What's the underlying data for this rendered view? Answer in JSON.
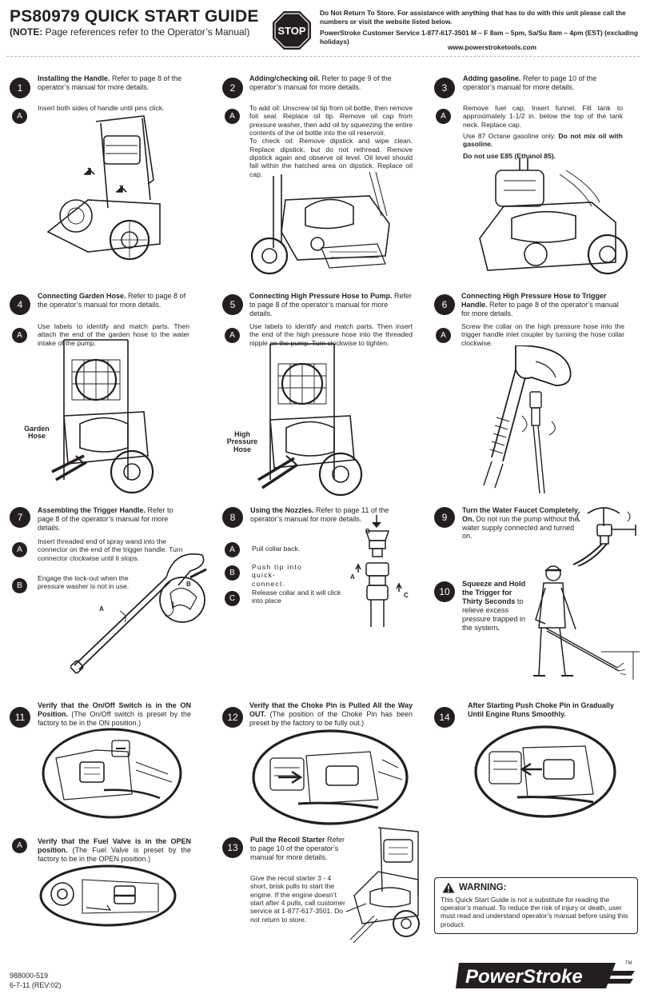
{
  "header": {
    "title": "PS80979 QUICK START GUIDE",
    "note_prefix": "(NOTE:",
    "note_text": " Page references refer to the Operator’s Manual)",
    "stop_sign": "STOP",
    "contact_line1": "Do Not Return To Store. For assistance with anything that has to do with this unit please call the numbers or visit the website listed below.",
    "contact_line2": "PowerStroke Customer Service 1-877-617-3501 M – F 8am – 5pm, Sa/Su 8am – 4pm (EST) (excluding holidays)",
    "website": "www.powerstroketools.com"
  },
  "steps": {
    "s1": {
      "num": "1",
      "title": "Installing the Handle.",
      "rest": " Refer to page 8 of the operator’s manual for more details.",
      "sub": "A",
      "text": "Insert both sides of handle until pins click."
    },
    "s2": {
      "num": "2",
      "title": "Adding/checking oil.",
      "rest": " Refer to page 9 of the operator’s manual for more details.",
      "sub": "A",
      "text1": "To add oil: Unscrew oil tip from oil bottle, then remove foil seal. Replace oil tip. Remove oil cap from pressure washer, then add oil by squeezing the entire contents of the oil bottle into the oil reservoir.",
      "text2": "To check oil: Remove dipstick and wipe clean. Replace dipstick, but do not rethread. Remove dipstick again and observe oil level. Oil level should fall within the hatched area on dipstick. Replace oil cap."
    },
    "s3": {
      "num": "3",
      "title": "Adding gasoline.",
      "rest": " Refer to page 10 of the operator’s manual for more details.",
      "sub": "A",
      "text1": "Remove fuel cap. Insert funnel. Fill tank to approximately 1-1/2 in. below the top of the tank neck. Replace cap.",
      "text2": "Use 87 Octane gasoline only. ",
      "text2b": "Do not mix oil with gasoline.",
      "text3": "Do not use E85 (Ethanol 85)."
    },
    "s4": {
      "num": "4",
      "title": "Connecting Garden Hose.",
      "rest": " Refer to page 8 of the operator’s manual for more details.",
      "sub": "A",
      "text": "Use labels to identify and match parts. Then attach the end of the garden hose to the water intake of the pump.",
      "label": "Garden Hose"
    },
    "s5": {
      "num": "5",
      "title": "Connecting High Pressure Hose to Pump.",
      "rest": " Refer to page 8 of the operator’s manual for more details.",
      "sub": "A",
      "text": "Use labels to identify and match parts. Then insert the end of the high pressure hose into the threaded nipple on the pump. Turn clockwise to tighten.",
      "label": "High Pressure Hose"
    },
    "s6": {
      "num": "6",
      "title": "Connecting High Pressure Hose to Trigger Handle.",
      "rest": " Refer to page 8 of the operator’s manual for more details.",
      "sub": "A",
      "text": "Screw the collar on the high pressure hose into the trigger handle inlet coupler by turning the hose collar clockwise."
    },
    "s7": {
      "num": "7",
      "title": "Assembling the Trigger Handle.",
      "rest": " Refer to page 8 of the operator’s manual for more details.",
      "sub_a": "A",
      "sub_b": "B",
      "text_a": "Insert threaded end of spray wand into the connector on the end of the trigger handle. Turn connector clockwise until it stops.",
      "text_b": "Engage the lock-out when the pressure washer is not in use.",
      "label_a": "A",
      "label_b": "B"
    },
    "s8": {
      "num": "8",
      "title": "Using the Nozzles.",
      "rest": " Refer to page 11 of the operator’s manual for more details.",
      "sub_a": "A",
      "sub_b": "B",
      "sub_c": "C",
      "text_a": "Pull collar back.",
      "text_b": "Push tip into quick-connect.",
      "text_c": "Release collar and it will click into place",
      "label_a": "A",
      "label_b": "B",
      "label_c": "C"
    },
    "s9": {
      "num": "9",
      "title": "Turn the Water Faucet Completely On.",
      "rest": " Do not run the pump without the water supply connected and turned on."
    },
    "s10": {
      "num": "10",
      "title": "Squeeze and Hold the Trigger for Thirty Seconds",
      "rest": " to relieve excess pressure trapped in the system",
      "end": "."
    },
    "s11": {
      "num": "11",
      "title": "Verify that the On/Off Switch is in the ON Position.",
      "rest": " (The On/Off switch is preset by the factory to be in the ON position.)",
      "sub": "A",
      "sub_title": "Verify that the Fuel Valve is in the OPEN position.",
      "sub_rest": " (The Fuel Valve is preset by the factory to be in the OPEN position.)"
    },
    "s12": {
      "num": "12",
      "title": "Verify that the Choke Pin is Pulled All the Way OUT.",
      "rest": " (The position of the Choke Pin has been preset by the factory to be fully out.)"
    },
    "s13": {
      "num": "13",
      "title": "Pull the Recoil Starter",
      "rest": " Refer to page 10 of the operator’s manual for more details.",
      "text": "Give the recoil starter 3 - 4 short, brisk pulls to start the engine. If the engine doesn’t start after 4 pulls, call customer service at 1-877-617-3501. Do not return to store."
    },
    "s14": {
      "num": "14",
      "title": "After Starting Push Choke Pin in Gradually Until Engine Runs Smoothly."
    }
  },
  "warning": {
    "heading": "WARNING:",
    "text": "This Quick Start Guide is not a substitute for reading the operator’s manual. To reduce the risk of injury or death, user must read and understand operator’s manual before using this product."
  },
  "footer": {
    "part_number": "988000-519",
    "revision": "6-7-11 (REV:02)",
    "brand": "PowerStroke",
    "trademark": "TM"
  }
}
